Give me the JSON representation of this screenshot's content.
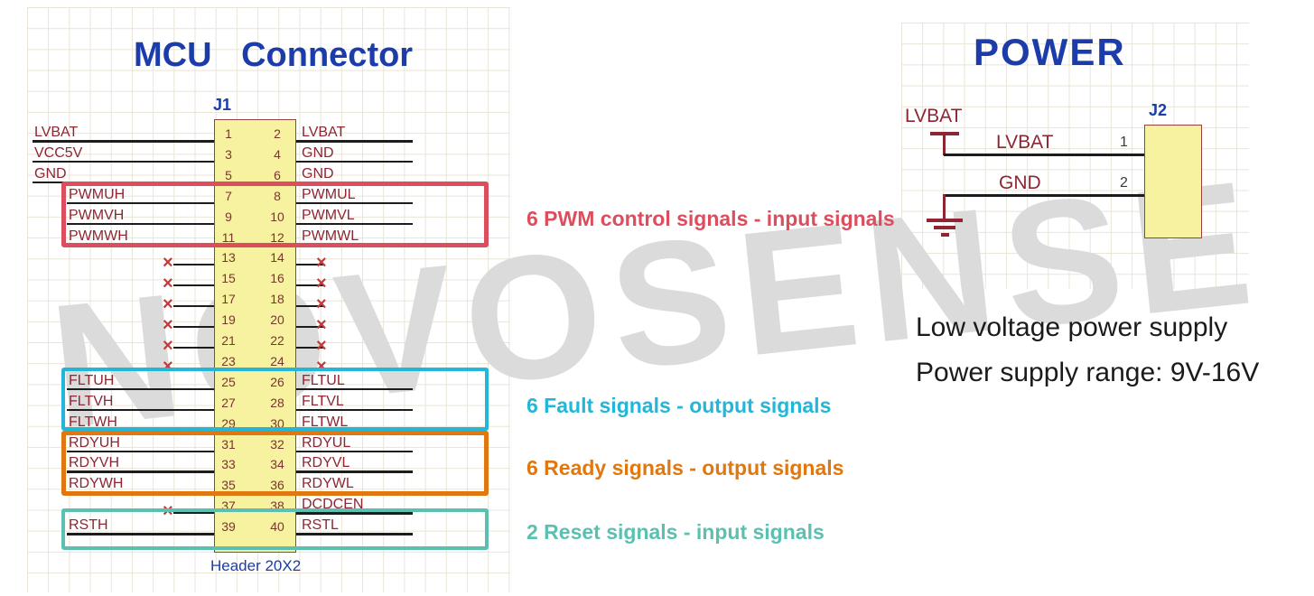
{
  "watermark": "NOVOSENSE",
  "colors": {
    "title_blue": "#1c3ca9",
    "net_maroon": "#8e2533",
    "wire_black": "#1c1c1c",
    "body_fill": "#f6f2a0",
    "body_border": "#97423d",
    "nc_red": "#c03a3a",
    "pin_number_brown": "#7c3430",
    "caption_dark": "#1b1b1b",
    "watermark_gray": "#dbdbdb",
    "grid_line": "#e9e4d6"
  },
  "mcu_connector": {
    "title": "MCU Connector",
    "designator": "J1",
    "footprint_label": "Header 20X2",
    "pin_rows": [
      {
        "left_pin": "1",
        "right_pin": "2",
        "left_net": "LVBAT",
        "right_net": "LVBAT"
      },
      {
        "left_pin": "3",
        "right_pin": "4",
        "left_net": "VCC5V",
        "right_net": "GND"
      },
      {
        "left_pin": "5",
        "right_pin": "6",
        "left_net": "GND",
        "right_net": "GND"
      },
      {
        "left_pin": "7",
        "right_pin": "8",
        "left_net": "PWMUH",
        "right_net": "PWMUL"
      },
      {
        "left_pin": "9",
        "right_pin": "10",
        "left_net": "PWMVH",
        "right_net": "PWMVL"
      },
      {
        "left_pin": "11",
        "right_pin": "12",
        "left_net": "PWMWH",
        "right_net": "PWMWL"
      },
      {
        "left_pin": "13",
        "right_pin": "14",
        "left_nc": true,
        "right_nc": true
      },
      {
        "left_pin": "15",
        "right_pin": "16",
        "left_nc": true,
        "right_nc": true
      },
      {
        "left_pin": "17",
        "right_pin": "18",
        "left_nc": true,
        "right_nc": true
      },
      {
        "left_pin": "19",
        "right_pin": "20",
        "left_nc": true,
        "right_nc": true
      },
      {
        "left_pin": "21",
        "right_pin": "22",
        "left_nc": true,
        "right_nc": true
      },
      {
        "left_pin": "23",
        "right_pin": "24",
        "left_nc": true,
        "right_nc": true
      },
      {
        "left_pin": "25",
        "right_pin": "26",
        "left_net": "FLTUH",
        "right_net": "FLTUL"
      },
      {
        "left_pin": "27",
        "right_pin": "28",
        "left_net": "FLTVH",
        "right_net": "FLTVL"
      },
      {
        "left_pin": "29",
        "right_pin": "30",
        "left_net": "FLTWH",
        "right_net": "FLTWL"
      },
      {
        "left_pin": "31",
        "right_pin": "32",
        "left_net": "RDYUH",
        "right_net": "RDYUL"
      },
      {
        "left_pin": "33",
        "right_pin": "34",
        "left_net": "RDYVH",
        "right_net": "RDYVL"
      },
      {
        "left_pin": "35",
        "right_pin": "36",
        "left_net": "RDYWH",
        "right_net": "RDYWL"
      },
      {
        "left_pin": "37",
        "right_pin": "38",
        "left_nc": true,
        "right_net": "DCDCEN"
      },
      {
        "left_pin": "39",
        "right_pin": "40",
        "left_net": "RSTH",
        "right_net": "RSTL"
      }
    ],
    "signal_groups": [
      {
        "id": "pwm",
        "label": "6 PWM control signals - input signals",
        "color": "#dc4e5d",
        "row_start": 3,
        "row_end": 5
      },
      {
        "id": "fault",
        "label": "6 Fault signals - output signals",
        "color": "#24b6d8",
        "row_start": 12,
        "row_end": 14
      },
      {
        "id": "ready",
        "label": "6 Ready signals - output signals",
        "color": "#e0770f",
        "row_start": 15,
        "row_end": 17
      },
      {
        "id": "reset",
        "label": "2 Reset signals - input signals",
        "color": "#5cc0b1",
        "row_start": 19,
        "row_end": 19
      }
    ]
  },
  "power": {
    "title": "POWER",
    "designator": "J2",
    "port_label": "LVBAT",
    "nets": [
      {
        "name": "LVBAT",
        "pin": "1"
      },
      {
        "name": "GND",
        "pin": "2"
      }
    ],
    "caption_line1": "Low voltage power supply",
    "caption_line2": "Power supply range: 9V-16V"
  }
}
